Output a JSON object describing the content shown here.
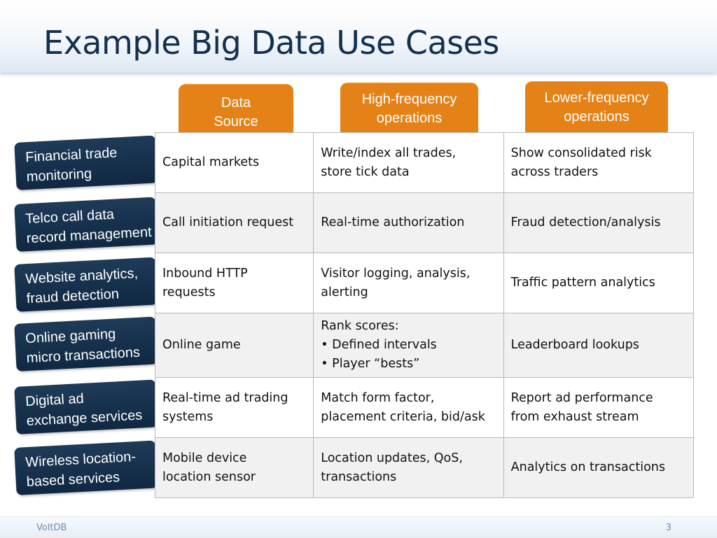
{
  "slide": {
    "title": "Example Big Data Use Cases"
  },
  "headers": {
    "data_source": [
      "Data",
      "Source"
    ],
    "high_frequency": [
      "High-frequency",
      "operations"
    ],
    "lower_frequency": [
      "Lower-frequency",
      "operations"
    ]
  },
  "use_cases": [
    {
      "lines": [
        "Financial trade",
        "monitoring"
      ]
    },
    {
      "lines": [
        "Telco call data",
        "record management"
      ]
    },
    {
      "lines": [
        "Website analytics,",
        "fraud detection"
      ]
    },
    {
      "lines": [
        "Online gaming",
        "micro transactions"
      ]
    },
    {
      "lines": [
        "Digital ad",
        "exchange services"
      ]
    },
    {
      "lines": [
        "Wireless location-",
        "based services"
      ]
    }
  ],
  "rows": [
    {
      "data_source": [
        "Capital markets"
      ],
      "high_frequency": [
        "Write/index all trades,",
        "store tick data"
      ],
      "lower_frequency": [
        "Show consolidated risk",
        "across traders"
      ]
    },
    {
      "data_source": [
        "Call initiation request"
      ],
      "high_frequency": [
        "Real-time authorization"
      ],
      "lower_frequency": [
        "Fraud detection/analysis"
      ]
    },
    {
      "data_source": [
        "Inbound HTTP",
        "requests"
      ],
      "high_frequency": [
        "Visitor logging, analysis,",
        "alerting"
      ],
      "lower_frequency": [
        "Traffic pattern analytics"
      ]
    },
    {
      "data_source": [
        "Online game"
      ],
      "high_frequency": [
        "Rank scores:",
        "• Defined intervals",
        "• Player “bests”"
      ],
      "lower_frequency": [
        "Leaderboard lookups"
      ]
    },
    {
      "data_source": [
        "Real-time ad trading",
        "systems"
      ],
      "high_frequency": [
        "Match form factor,",
        "placement criteria, bid/ask"
      ],
      "lower_frequency": [
        "Report ad performance",
        "from exhaust stream"
      ]
    },
    {
      "data_source": [
        "Mobile device",
        "location sensor"
      ],
      "high_frequency": [
        "Location updates, QoS,",
        "transactions"
      ],
      "lower_frequency": [
        "Analytics on transactions"
      ]
    }
  ],
  "footer": {
    "brand": "VoltDB",
    "page_number": "3"
  },
  "colors": {
    "title": "#14304f",
    "header_orange": "#e58217",
    "tag_navy": "#102842",
    "alt_row": "#f1f1f1",
    "footer_text": "#6a8fb6"
  }
}
